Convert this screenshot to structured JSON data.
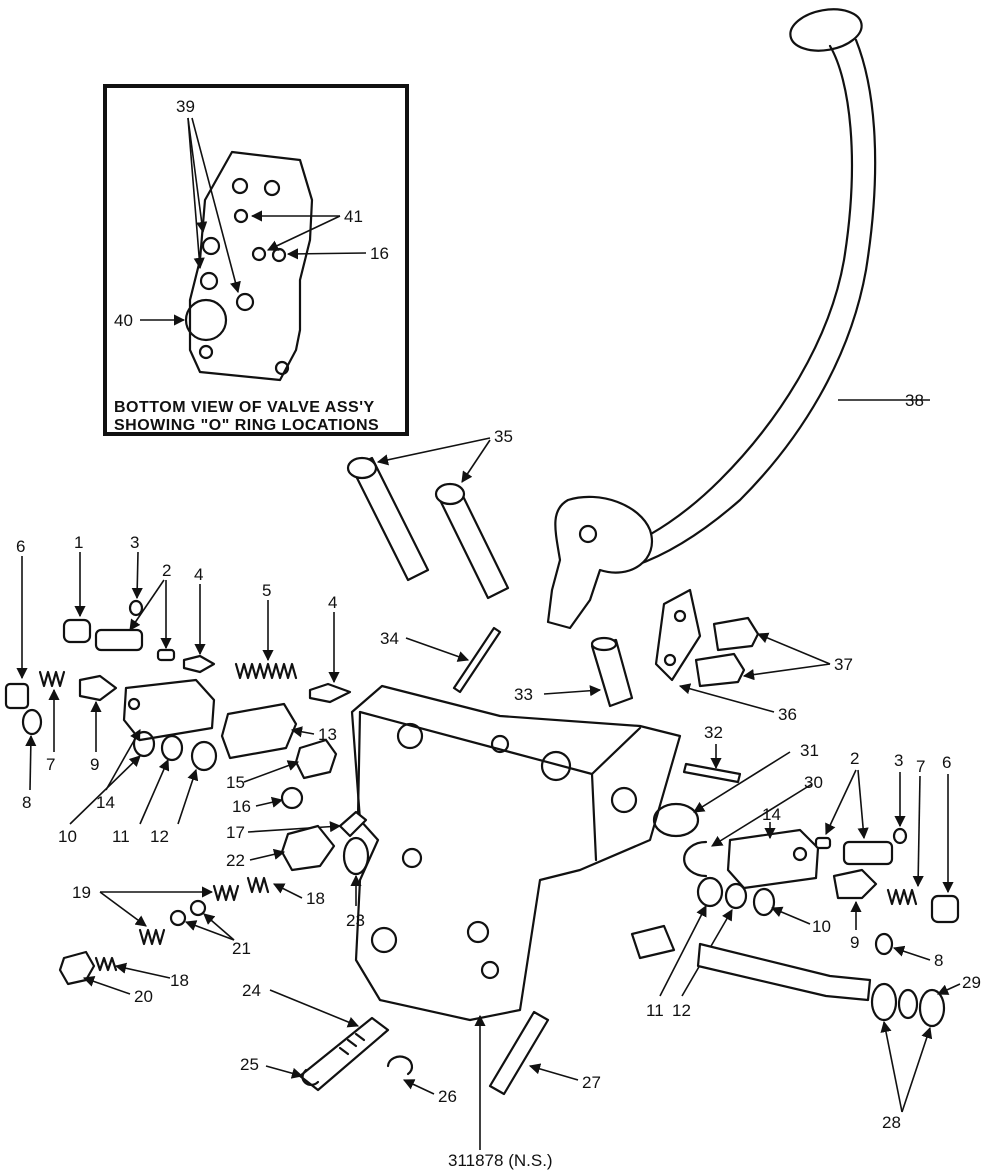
{
  "inset": {
    "caption_line1": "BOTTOM VIEW OF VALVE ASS'Y",
    "caption_line2": "SHOWING \"O\" RING LOCATIONS"
  },
  "footer_label": "311878 (N.S.)",
  "callouts": {
    "n1": "1",
    "n2": "2",
    "n3": "3",
    "n4": "4",
    "n5": "5",
    "n6": "6",
    "n7": "7",
    "n8": "8",
    "n9": "9",
    "n10": "10",
    "n11": "11",
    "n12": "12",
    "n13": "13",
    "n14": "14",
    "n15": "15",
    "n16": "16",
    "n17": "17",
    "n18": "18",
    "n19": "19",
    "n20": "20",
    "n21": "21",
    "n22": "22",
    "n23": "23",
    "n24": "24",
    "n25": "25",
    "n26": "26",
    "n27": "27",
    "n28": "28",
    "n29": "29",
    "n30": "30",
    "n31": "31",
    "n32": "32",
    "n33": "33",
    "n34": "34",
    "n35": "35",
    "n36": "36",
    "n37": "37",
    "n38": "38",
    "n39": "39",
    "n40": "40",
    "n41": "41"
  }
}
